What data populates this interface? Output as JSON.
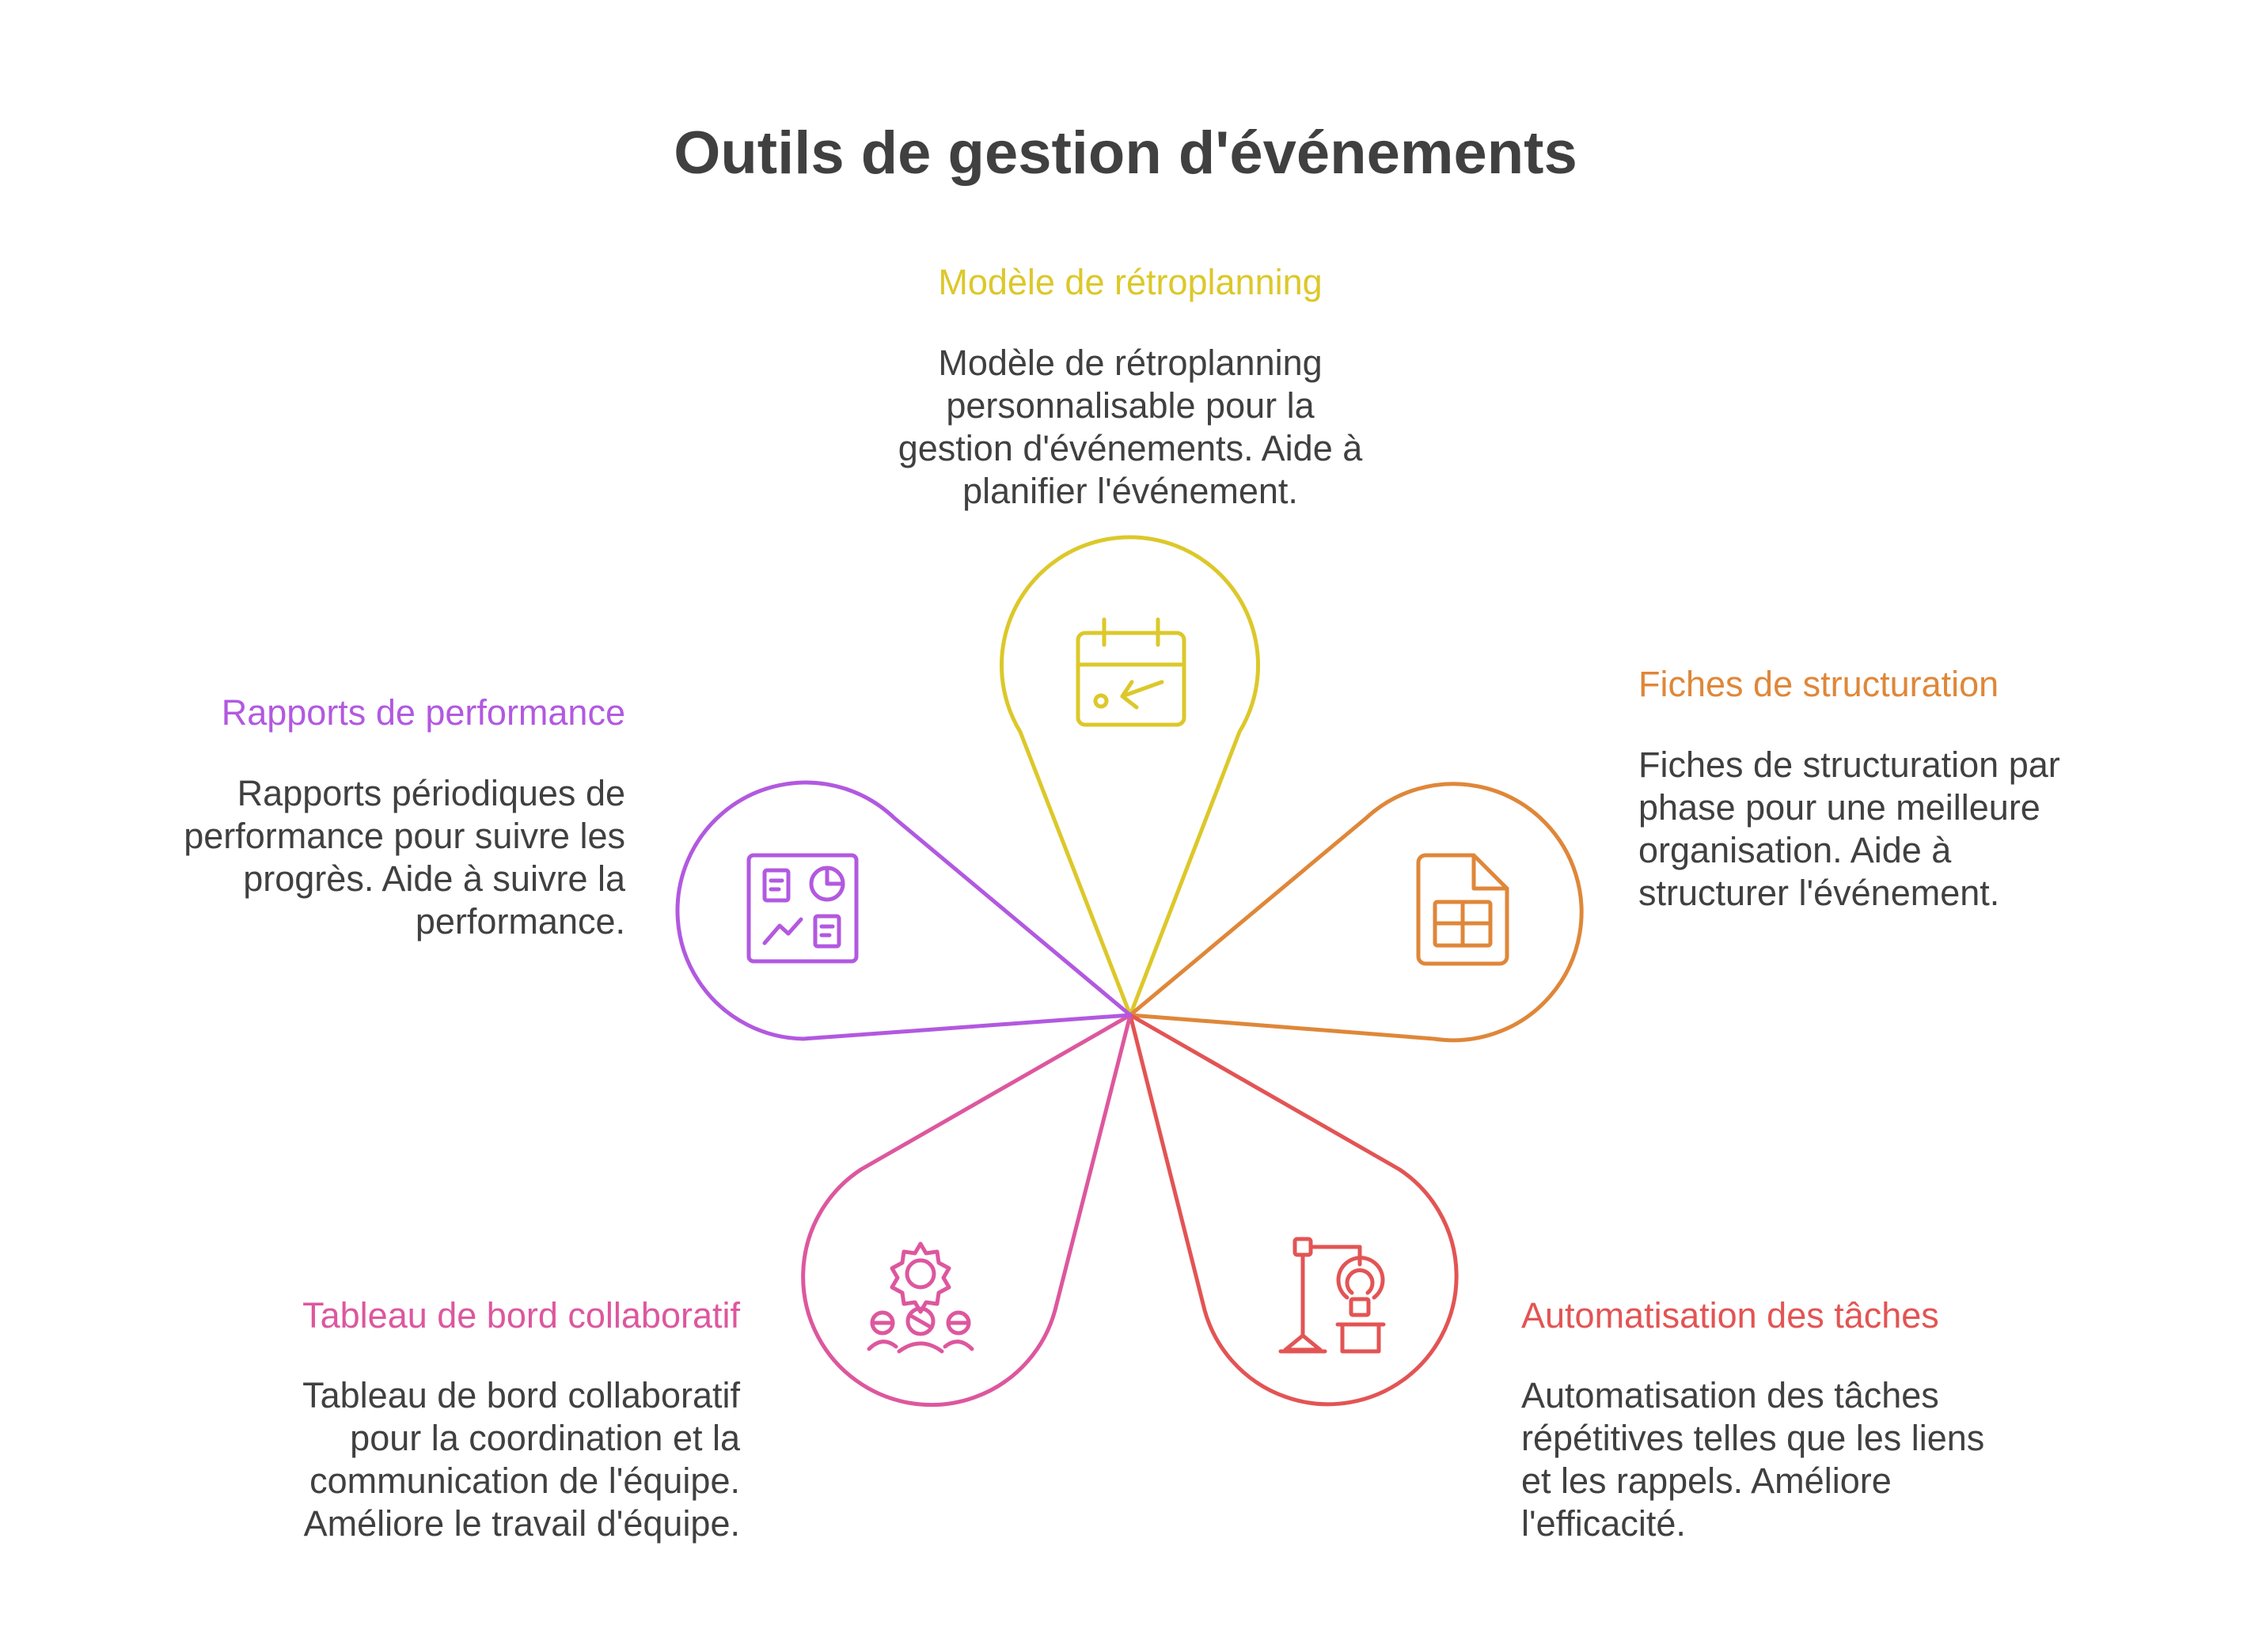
{
  "title": "Outils de gestion d'événements",
  "items": [
    {
      "key": "retroplanning",
      "label": "Modèle de rétroplanning",
      "desc": [
        "Modèle de rétroplanning",
        "personnalisable pour la",
        "gestion d'événements. Aide à",
        "planifier l'événement."
      ],
      "color": "#DCC82A",
      "icon": "calendar-arrow-icon"
    },
    {
      "key": "structuration",
      "label": "Fiches de structuration",
      "desc": [
        "Fiches de structuration par",
        "phase pour une meilleure",
        "organisation. Aide à",
        "structurer l'événement."
      ],
      "color": "#DF8739",
      "icon": "spreadsheet-document-icon"
    },
    {
      "key": "automatisation",
      "label": "Automatisation des tâches",
      "desc": [
        "Automatisation des tâches",
        "répétitives telles que les liens",
        "et les rappels. Améliore",
        "l'efficacité."
      ],
      "color": "#E35454",
      "icon": "robot-arm-icon"
    },
    {
      "key": "tableau",
      "label": "Tableau de bord collaboratif",
      "desc": [
        "Tableau de bord collaboratif",
        "pour la coordination et la",
        "communication de l'équipe.",
        "Améliore le travail d'équipe."
      ],
      "color": "#DD579E",
      "icon": "team-gear-icon"
    },
    {
      "key": "rapports",
      "label": "Rapports de performance",
      "desc": [
        "Rapports périodiques de",
        "performance pour suivre les",
        "progrès. Aide à suivre la",
        "performance."
      ],
      "color": "#B259E0",
      "icon": "dashboard-report-icon"
    }
  ]
}
